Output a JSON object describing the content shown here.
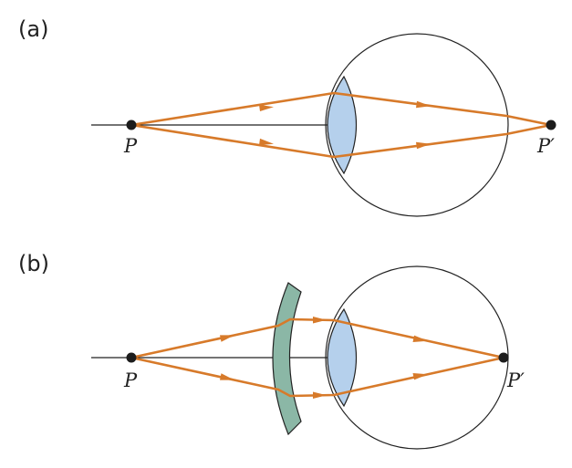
{
  "panels": [
    {
      "id": "a",
      "label": "(a)",
      "object_label": "P",
      "image_label": "P′",
      "has_corrective_lens": false
    },
    {
      "id": "b",
      "label": "(b)",
      "object_label": "P",
      "image_label": "P′",
      "has_corrective_lens": true
    }
  ],
  "colors": {
    "ray": "#d77a2a",
    "eye_lens": "#b5d0ec",
    "corrective_lens": "#8bb7a6",
    "outline": "#222222"
  }
}
